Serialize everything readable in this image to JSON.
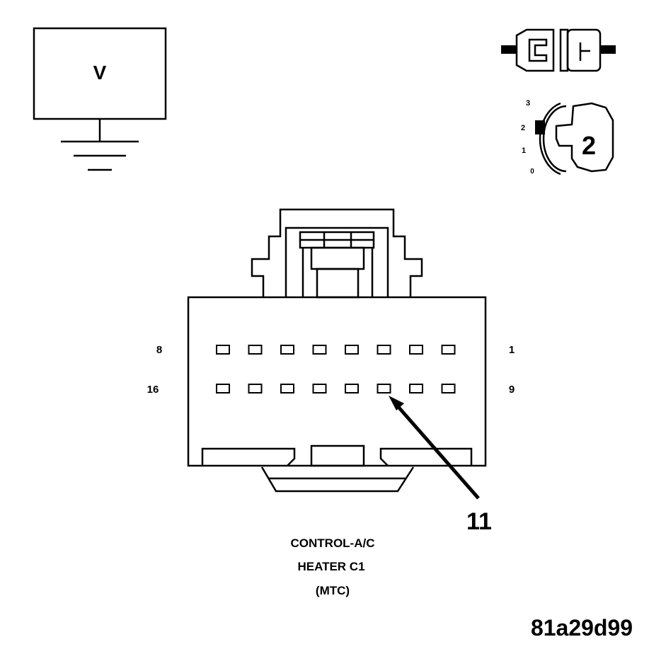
{
  "voltmeter": {
    "symbol": "V"
  },
  "ignition": {
    "positions": [
      "3",
      "2",
      "1",
      "0"
    ],
    "selected": "2"
  },
  "connector": {
    "row1_left": "8",
    "row1_right": "1",
    "row2_left": "16",
    "row2_right": "9",
    "rows": 2,
    "pins_per_row": 8,
    "callout_pin": "11"
  },
  "caption": {
    "line1": "CONTROL-A/C",
    "line2": "HEATER C1",
    "line3": "(MTC)"
  },
  "figure_id": "81a29d99"
}
